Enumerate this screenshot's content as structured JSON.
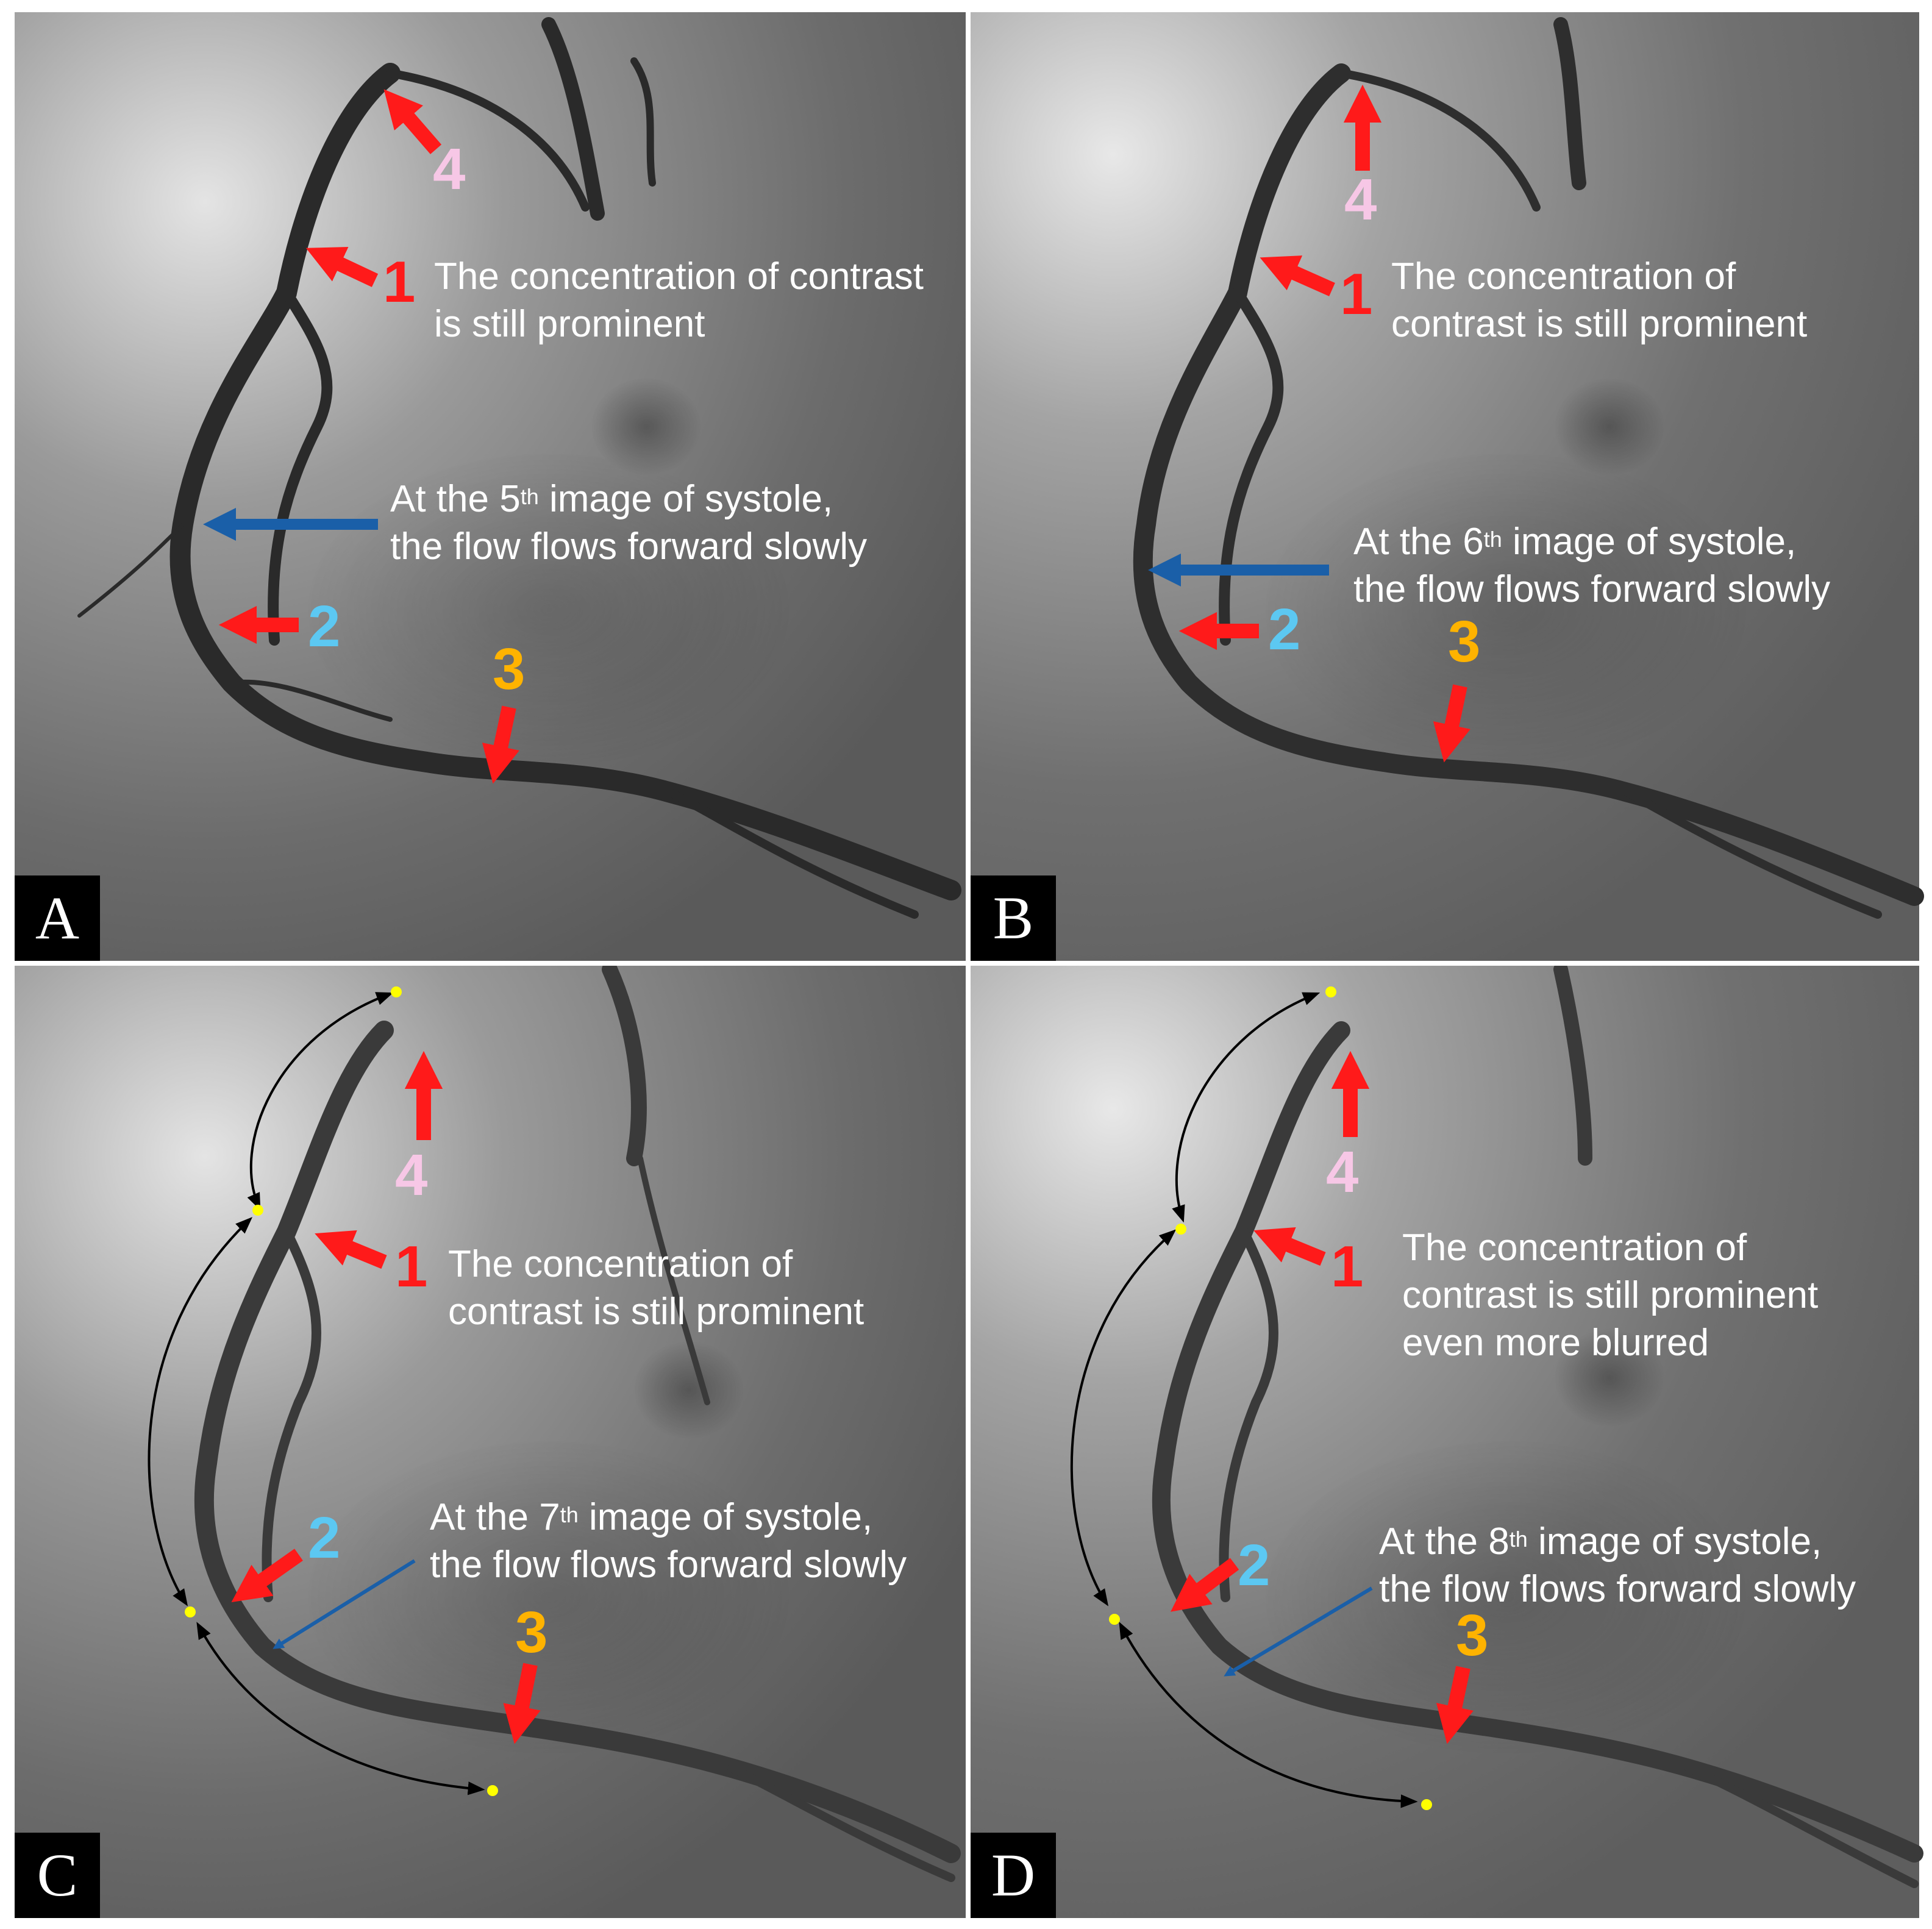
{
  "colors": {
    "red_arrow": "#ff1a1a",
    "blue_arrow": "#1a5fa8",
    "pink_number": "#f7c7e6",
    "cyan_number": "#5cc8f2",
    "orange_number": "#ffb300",
    "yellow_marker": "#ffff00",
    "text": "#ffffff"
  },
  "panels": [
    {
      "label": "A",
      "numbers": [
        "1",
        "2",
        "3",
        "4"
      ],
      "contrast_text": {
        "line1": "The concentration of contrast",
        "line2": "is still prominent"
      },
      "flow_text": {
        "pre": "At the 5",
        "sup": "th",
        "post": " image of systole,",
        "line2": "the flow flows forward slowly"
      }
    },
    {
      "label": "B",
      "numbers": [
        "1",
        "2",
        "3",
        "4"
      ],
      "contrast_text": {
        "line1": "The concentration of",
        "line2": "contrast is still prominent"
      },
      "flow_text": {
        "pre": "At the 6",
        "sup": "th",
        "post": " image of systole,",
        "line2": "the flow flows forward slowly"
      }
    },
    {
      "label": "C",
      "numbers": [
        "1",
        "2",
        "3",
        "4"
      ],
      "contrast_text": {
        "line1": "The concentration of",
        "line2": "contrast is still prominent"
      },
      "flow_text": {
        "pre": "At the 7",
        "sup": "th",
        "post": " image of systole,",
        "line2": "the flow flows forward slowly"
      }
    },
    {
      "label": "D",
      "numbers": [
        "1",
        "2",
        "3",
        "4"
      ],
      "contrast_text": {
        "line1": "The concentration of",
        "line2": "contrast is still prominent",
        "line3": "even more blurred"
      },
      "flow_text": {
        "pre": "At the 8",
        "sup": "th",
        "post": " image of systole,",
        "line2": "the flow flows forward slowly"
      }
    }
  ]
}
